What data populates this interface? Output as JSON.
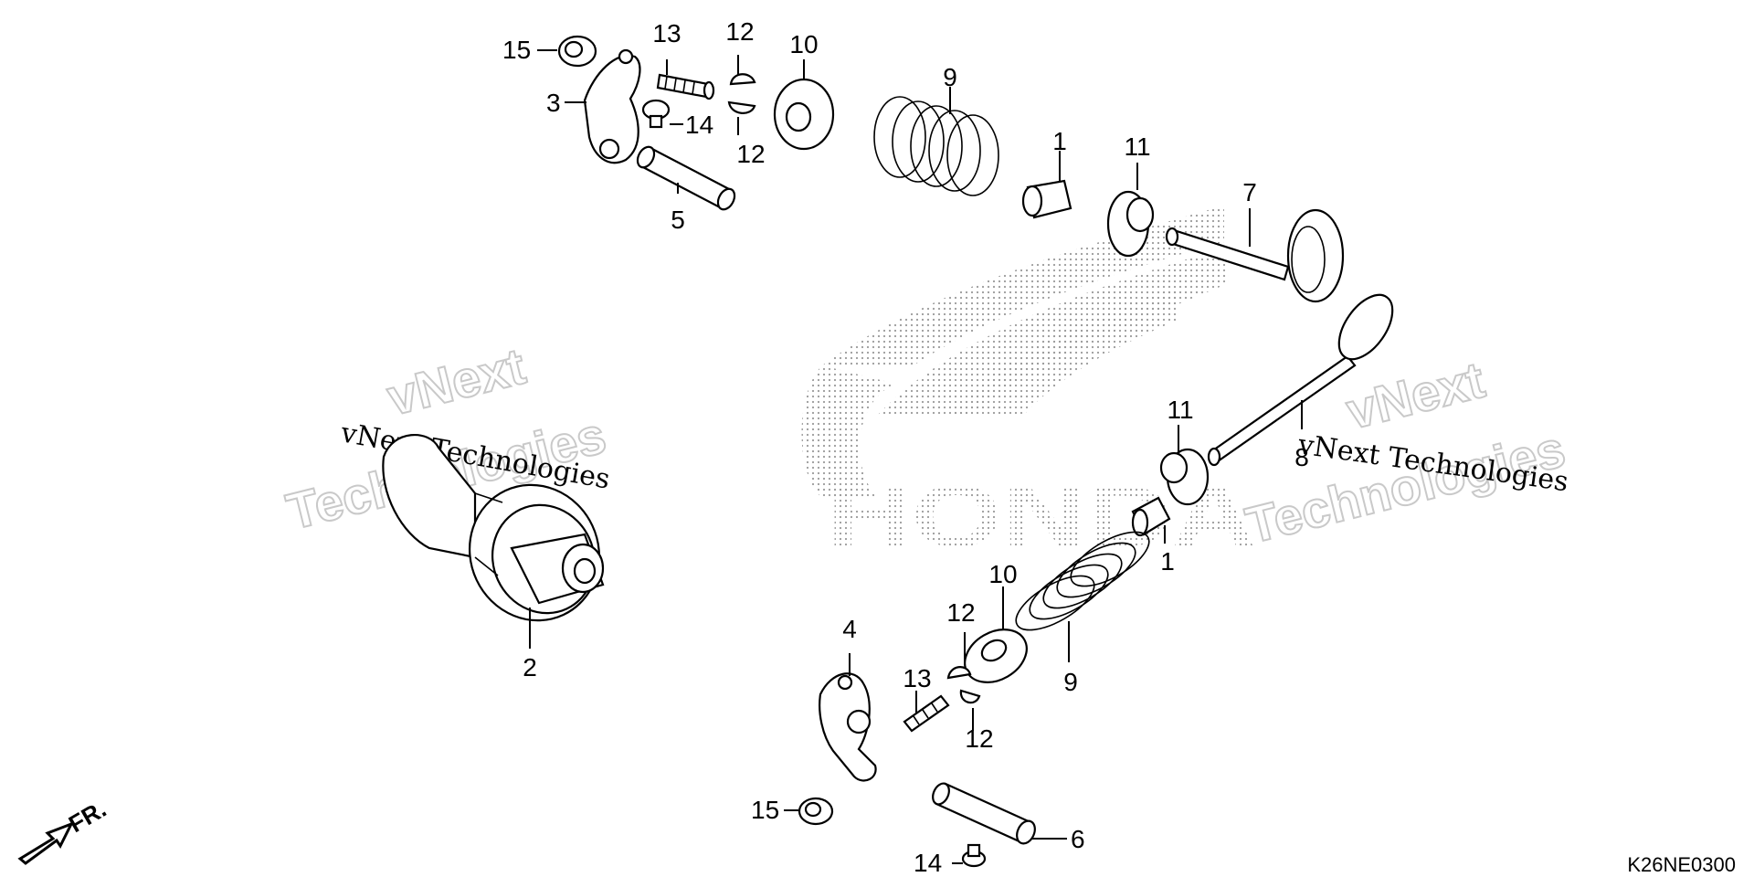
{
  "diagram": {
    "code": "K26NE0300",
    "direction_label": "FR.",
    "brand_logo": "HONDA",
    "watermark_lines": [
      "vNext",
      "Technologies"
    ],
    "watermark_text": "vNext Technologies",
    "callouts": {
      "c1a": "1",
      "c1b": "1",
      "c2": "2",
      "c3": "3",
      "c4": "4",
      "c5": "5",
      "c6": "6",
      "c7": "7",
      "c8": "8",
      "c9a": "9",
      "c9b": "9",
      "c10a": "10",
      "c10b": "10",
      "c11a": "11",
      "c11b": "11",
      "c12a": "12",
      "c12b": "12",
      "c12c": "12",
      "c12d": "12",
      "c13a": "13",
      "c13b": "13",
      "c14a": "14",
      "c14b": "14",
      "c15a": "15",
      "c15b": "15"
    }
  }
}
